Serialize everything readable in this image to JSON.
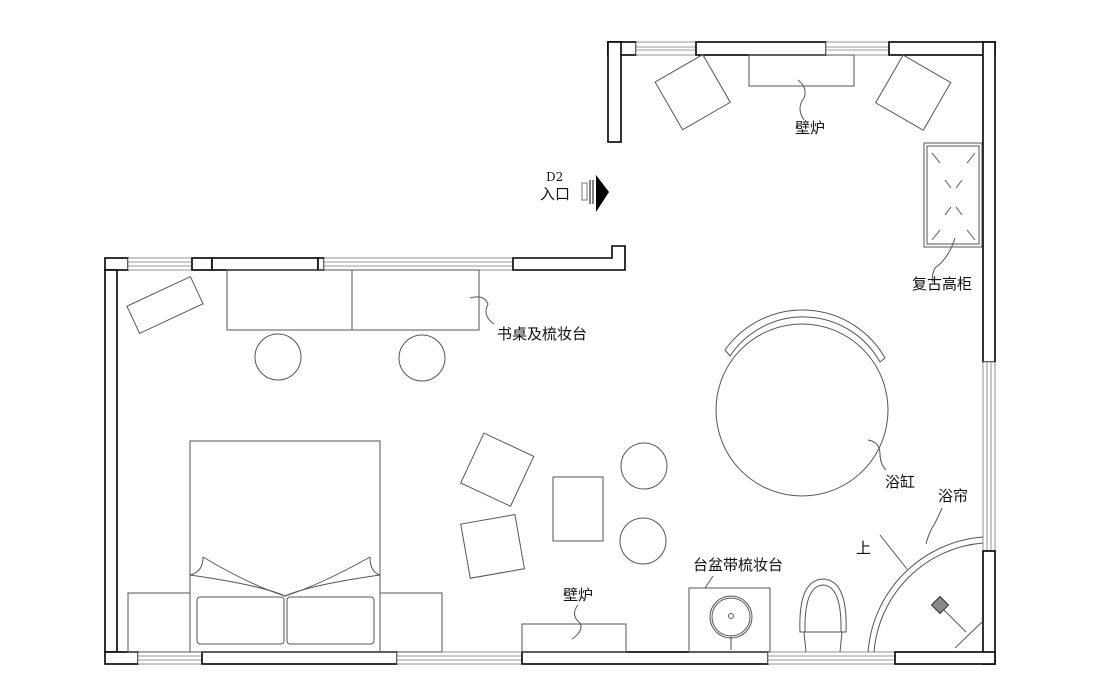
{
  "labels": {
    "fireplace_top": "壁炉",
    "entrance_code": "D2",
    "entrance": "入口",
    "tall_cabinet": "复古高柜",
    "desk": "书桌及梳妆台",
    "bathtub": "浴缸",
    "shower_curtain": "浴帘",
    "step_up": "上",
    "vanity": "台盆带梳妆台",
    "fireplace_bottom": "壁炉"
  },
  "colors": {
    "wall": "#000000",
    "furniture": "#555555"
  }
}
